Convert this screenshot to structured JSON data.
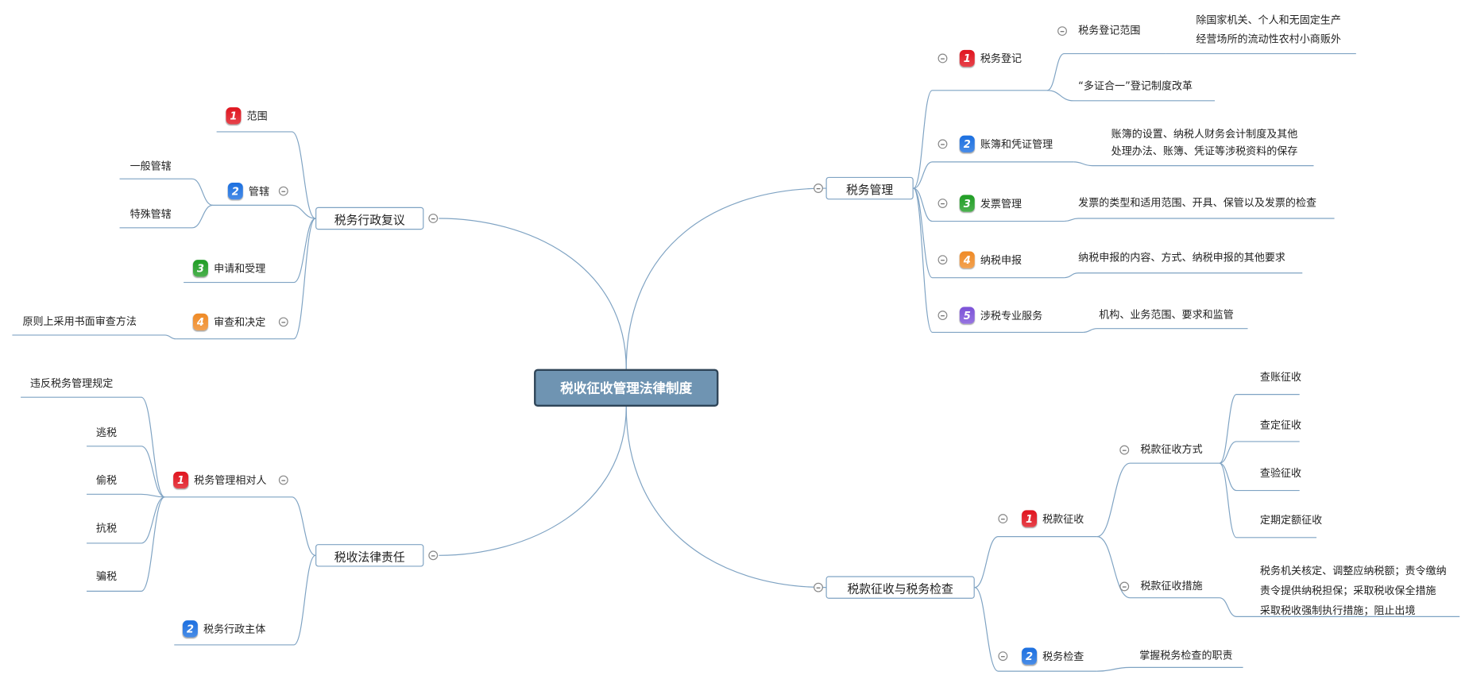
{
  "center": "税收征收管理法律制度",
  "badge_colors": {
    "1": "#e0141e",
    "2": "#1b6fe0",
    "3": "#1f9d23",
    "4": "#ef8a25",
    "5": "#7c52d8"
  },
  "line_color": "#7fa3c3",
  "tax_admin": {
    "title": "税务管理",
    "registration": {
      "num": "1",
      "label": "税务登记",
      "scope": {
        "label": "税务登记范围",
        "detail": [
          "除国家机关、个人和无固定生产",
          "经营场所的流动性农村小商贩外"
        ]
      },
      "reform": "“多证合一”登记制度改革"
    },
    "books": {
      "num": "2",
      "label": "账簿和凭证管理",
      "detail": [
        "账簿的设置、纳税人财务会计制度及其他",
        "处理办法、账簿、凭证等涉税资料的保存"
      ]
    },
    "invoice": {
      "num": "3",
      "label": "发票管理",
      "detail": [
        "发票的类型和适用范围、开具、保管以及发票的检查"
      ]
    },
    "filing": {
      "num": "4",
      "label": "纳税申报",
      "detail": [
        "纳税申报的内容、方式、纳税申报的其他要求"
      ]
    },
    "service": {
      "num": "5",
      "label": "涉税专业服务",
      "detail": [
        "机构、业务范围、要求和监管"
      ]
    }
  },
  "collection": {
    "title": "税款征收与税务检查",
    "levy": {
      "num": "1",
      "label": "税款征收",
      "methods": {
        "label": "税款征收方式",
        "items": [
          "查账征收",
          "查定征收",
          "查验征收",
          "定期定额征收"
        ]
      },
      "measures": {
        "label": "税款征收措施",
        "detail": [
          "税务机关核定、调整应纳税额；责令缴纳",
          "责令提供纳税担保；采取税收保全措施",
          "采取税收强制执行措施；阻止出境"
        ]
      }
    },
    "inspection": {
      "num": "2",
      "label": "税务检查",
      "detail": "掌握税务检查的职责"
    }
  },
  "review": {
    "title": "税务行政复议",
    "scope": {
      "num": "1",
      "label": "范围"
    },
    "jurisdiction": {
      "num": "2",
      "label": "管辖",
      "items": [
        "一般管辖",
        "特殊管辖"
      ]
    },
    "apply": {
      "num": "3",
      "label": "申请和受理"
    },
    "decision": {
      "num": "4",
      "label": "审查和决定",
      "detail": "原则上采用书面审查方法"
    }
  },
  "liability": {
    "title": "税收法律责任",
    "counterpart": {
      "num": "1",
      "label": "税务管理相对人",
      "items": [
        "违反税务管理规定",
        "逃税",
        "偷税",
        "抗税",
        "骗税"
      ]
    },
    "authority": {
      "num": "2",
      "label": "税务行政主体"
    }
  }
}
